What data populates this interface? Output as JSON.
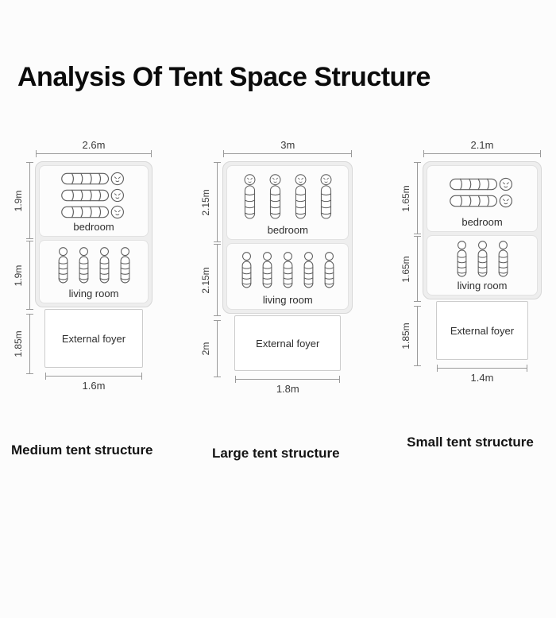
{
  "page": {
    "title": "Analysis Of Tent Space Structure"
  },
  "colors": {
    "background": "#fcfcfc",
    "dimension_line": "#9a9a9a",
    "tent_fill": "#eeeeee",
    "room_fill": "#fcfcfc",
    "outline": "#5f5f5f"
  },
  "icons": {
    "sleeping_bag": "sleeping-bag-icon"
  },
  "diagrams": [
    {
      "id": "medium",
      "caption": "Medium tent structure",
      "top_width": "2.6m",
      "bottom_width": "1.6m",
      "sections": [
        {
          "name": "bedroom",
          "label": "bedroom",
          "side_dim": "1.9m",
          "bags": 3,
          "bag_orientation": "horizontal"
        },
        {
          "name": "living-room",
          "label": "living room",
          "side_dim": "1.9m",
          "bags": 4,
          "bag_orientation": "vertical"
        },
        {
          "name": "external-foyer",
          "label": "External foyer",
          "side_dim": "1.85m",
          "bags": 0,
          "bag_orientation": "none"
        }
      ]
    },
    {
      "id": "large",
      "caption": "Large tent structure",
      "top_width": "3m",
      "bottom_width": "1.8m",
      "sections": [
        {
          "name": "bedroom",
          "label": "bedroom",
          "side_dim": "2.15m",
          "bags": 4,
          "bag_orientation": "vertical"
        },
        {
          "name": "living-room",
          "label": "living room",
          "side_dim": "2.15m",
          "bags": 5,
          "bag_orientation": "vertical"
        },
        {
          "name": "external-foyer",
          "label": "External foyer",
          "side_dim": "2m",
          "bags": 0,
          "bag_orientation": "none"
        }
      ]
    },
    {
      "id": "small",
      "caption": "Small tent structure",
      "top_width": "2.1m",
      "bottom_width": "1.4m",
      "sections": [
        {
          "name": "bedroom",
          "label": "bedroom",
          "side_dim": "1.65m",
          "bags": 2,
          "bag_orientation": "horizontal"
        },
        {
          "name": "living-room",
          "label": "living room",
          "side_dim": "1.65m",
          "bags": 3,
          "bag_orientation": "vertical"
        },
        {
          "name": "external-foyer",
          "label": "External foyer",
          "side_dim": "1.85m",
          "bags": 0,
          "bag_orientation": "none"
        }
      ]
    }
  ]
}
